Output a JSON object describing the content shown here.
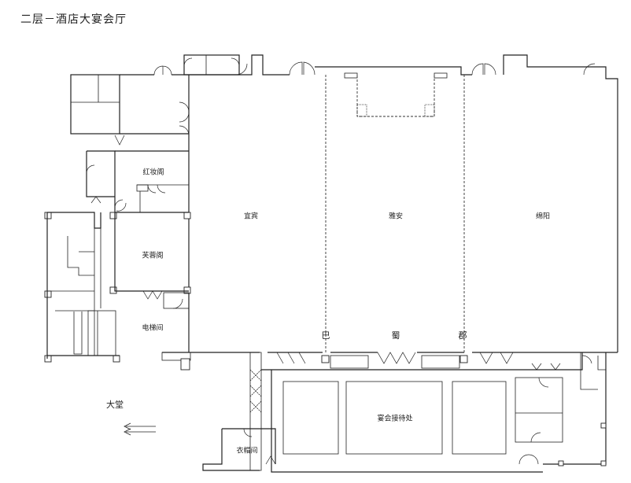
{
  "title": "二层－酒店大宴会厅",
  "rooms": {
    "hongzhuang": "红妆阁",
    "furong": "芙蓉阁",
    "elevator": "电梯间",
    "yibin": "宜宾",
    "yaan": "雅安",
    "mianyang": "绵阳",
    "ba": "巴",
    "shu": "蜀",
    "jun": "郡",
    "reception": "宴会接待处",
    "cloakroom": "衣帽间",
    "lobby": "大堂"
  }
}
